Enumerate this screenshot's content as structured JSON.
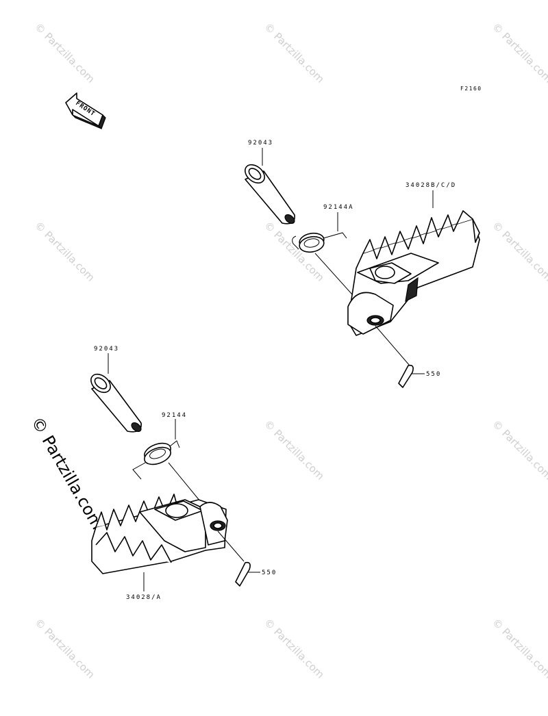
{
  "diagram": {
    "code": "F2160",
    "front_marker": "FRONT",
    "parts": {
      "pin_upper": "92043",
      "spring_upper": "92144A",
      "footpeg_upper": "34028B/C/D",
      "cotter_upper": "550",
      "pin_lower": "92043",
      "spring_lower": "92144",
      "footpeg_lower": "34028/A",
      "cotter_lower": "550"
    }
  },
  "watermark": {
    "text": "© Partzilla.com",
    "side_text": "© Partzilla.com"
  }
}
